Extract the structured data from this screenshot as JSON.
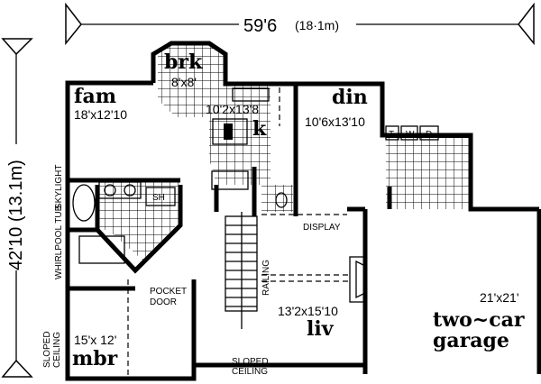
{
  "dimensions": {
    "width_label": "59'6",
    "width_metric": "(18·1m)",
    "depth_label": "42'10 (13.1m)"
  },
  "rooms": {
    "fam": {
      "name": "fam",
      "size": "18'x12'10"
    },
    "brk": {
      "name": "brk",
      "size": "8'x8'"
    },
    "kitchen": {
      "name": "k",
      "size": "10'2x13'8"
    },
    "din": {
      "name": "din",
      "size": "10'6x13'10"
    },
    "liv": {
      "name": "liv",
      "size": "13'2x15'10"
    },
    "mbr": {
      "name": "mbr",
      "size": "15'x 12'"
    },
    "garage": {
      "name_line1": "two~car",
      "name_line2": "garage",
      "size": "21'x21'"
    }
  },
  "labels": {
    "laundry_t": "T",
    "laundry_w": "W",
    "laundry_d": "D",
    "shower": "SH",
    "skylight": "SKYLIGHT",
    "whirlpool": "WHIRLPOOL TUB",
    "display": "DISPLAY",
    "railing": "RAILING",
    "pocket_door_1": "POCKET",
    "pocket_door_2": "DOOR",
    "sloped_ceiling_1": "SLOPED",
    "sloped_ceiling_2": "CEILING"
  }
}
